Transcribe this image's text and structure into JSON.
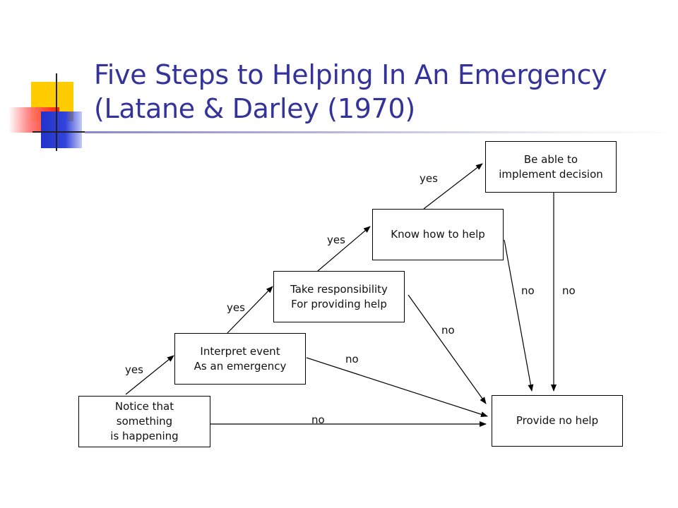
{
  "title": "Five Steps to Helping In An Emergency\n(Latane & Darley (1970)",
  "accent_color": "#333399",
  "steps": [
    {
      "id": "notice",
      "label": "Notice that\nsomething\nis happening"
    },
    {
      "id": "interpret",
      "label": "Interpret event\nAs an emergency"
    },
    {
      "id": "responsibility",
      "label": "Take responsibility\nFor providing help"
    },
    {
      "id": "know",
      "label": "Know how to help"
    },
    {
      "id": "implement",
      "label": "Be able to\nimplement decision"
    }
  ],
  "outcome": {
    "label": "Provide no help"
  },
  "edge_labels": {
    "yes": [
      "yes",
      "yes",
      "yes",
      "yes"
    ],
    "no": [
      "no",
      "no",
      "no",
      "no",
      "no"
    ]
  }
}
